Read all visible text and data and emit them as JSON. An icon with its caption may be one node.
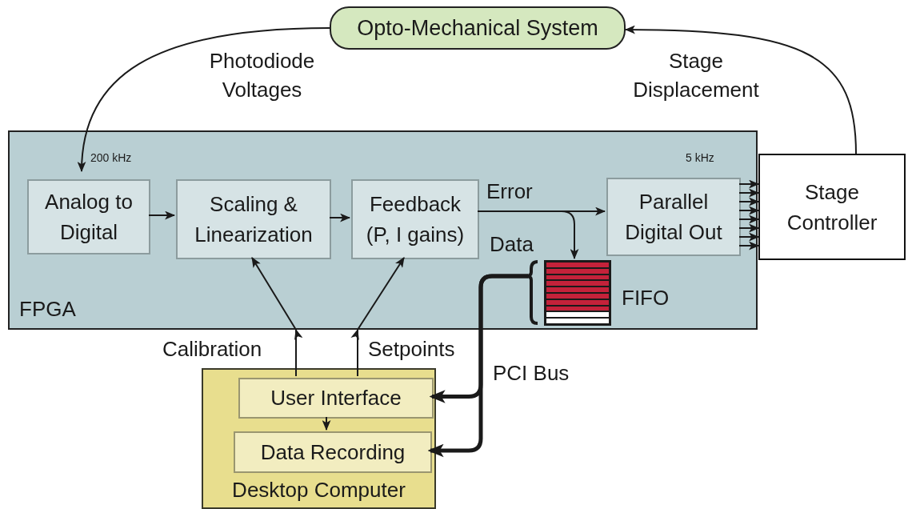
{
  "diagram": {
    "nodes": [
      {
        "text": [
          "Opto-Mechanical System"
        ]
      },
      {
        "text": [
          "FPGA"
        ]
      },
      {
        "text": [
          "Analog to Digital"
        ],
        "in": 1
      },
      {
        "text": [
          "Scaling & Linearization"
        ],
        "in": 1
      },
      {
        "text": [
          "Feedback (P, I gains)"
        ],
        "in": 1
      },
      {
        "text": [
          "Parallel Digital Out"
        ],
        "in": 1
      },
      {
        "text": [],
        "shape": "box",
        "in": 1,
        "beside": [
          "FIFO"
        ]
      },
      {
        "text": [
          "Stage Controller"
        ]
      },
      {
        "text": [
          "Desktop Computer"
        ]
      },
      {
        "text": [
          "User Interface"
        ],
        "in": 8
      },
      {
        "text": [
          "Data Recording"
        ],
        "in": 8
      }
    ],
    "edges": [
      {
        "from": 0,
        "to": 2,
        "arrow": "to",
        "label": "Photodiode Voltages"
      },
      {
        "from": 7,
        "to": 0,
        "arrow": "to",
        "label": "Stage Displacement"
      },
      {
        "from": 2,
        "to": 3,
        "arrow": "to"
      },
      {
        "from": 3,
        "to": 4,
        "arrow": "to"
      },
      {
        "from": 4,
        "to": 5,
        "arrow": "to",
        "label": "Error"
      },
      {
        "from": 4,
        "to": 6,
        "arrow": "to",
        "label": "Data"
      },
      {
        "from": 5,
        "to": 7,
        "arrow": "to"
      },
      {
        "from": 5,
        "to": 7,
        "arrow": "to"
      },
      {
        "from": 5,
        "to": 7,
        "arrow": "to"
      },
      {
        "from": 5,
        "to": 7,
        "arrow": "to"
      },
      {
        "from": 5,
        "to": 7,
        "arrow": "to"
      },
      {
        "from": 5,
        "to": 7,
        "arrow": "to"
      },
      {
        "from": 5,
        "to": 7,
        "arrow": "to"
      },
      {
        "from": 5,
        "to": 7,
        "arrow": "to"
      },
      {
        "from": 9,
        "to": 3,
        "arrow": "to",
        "label": "Calibration"
      },
      {
        "from": 9,
        "to": 4,
        "arrow": "to",
        "label": "Setpoints"
      },
      {
        "from": 9,
        "to": 10,
        "arrow": "to"
      },
      {
        "from": 6,
        "to": 9,
        "arrow": "to",
        "label": "PCI Bus",
        "style": "thick"
      },
      {
        "from": 6,
        "to": 10,
        "arrow": "to",
        "style": "thick"
      }
    ],
    "labels": [
      "200 kHz",
      "5 kHz"
    ]
  }
}
